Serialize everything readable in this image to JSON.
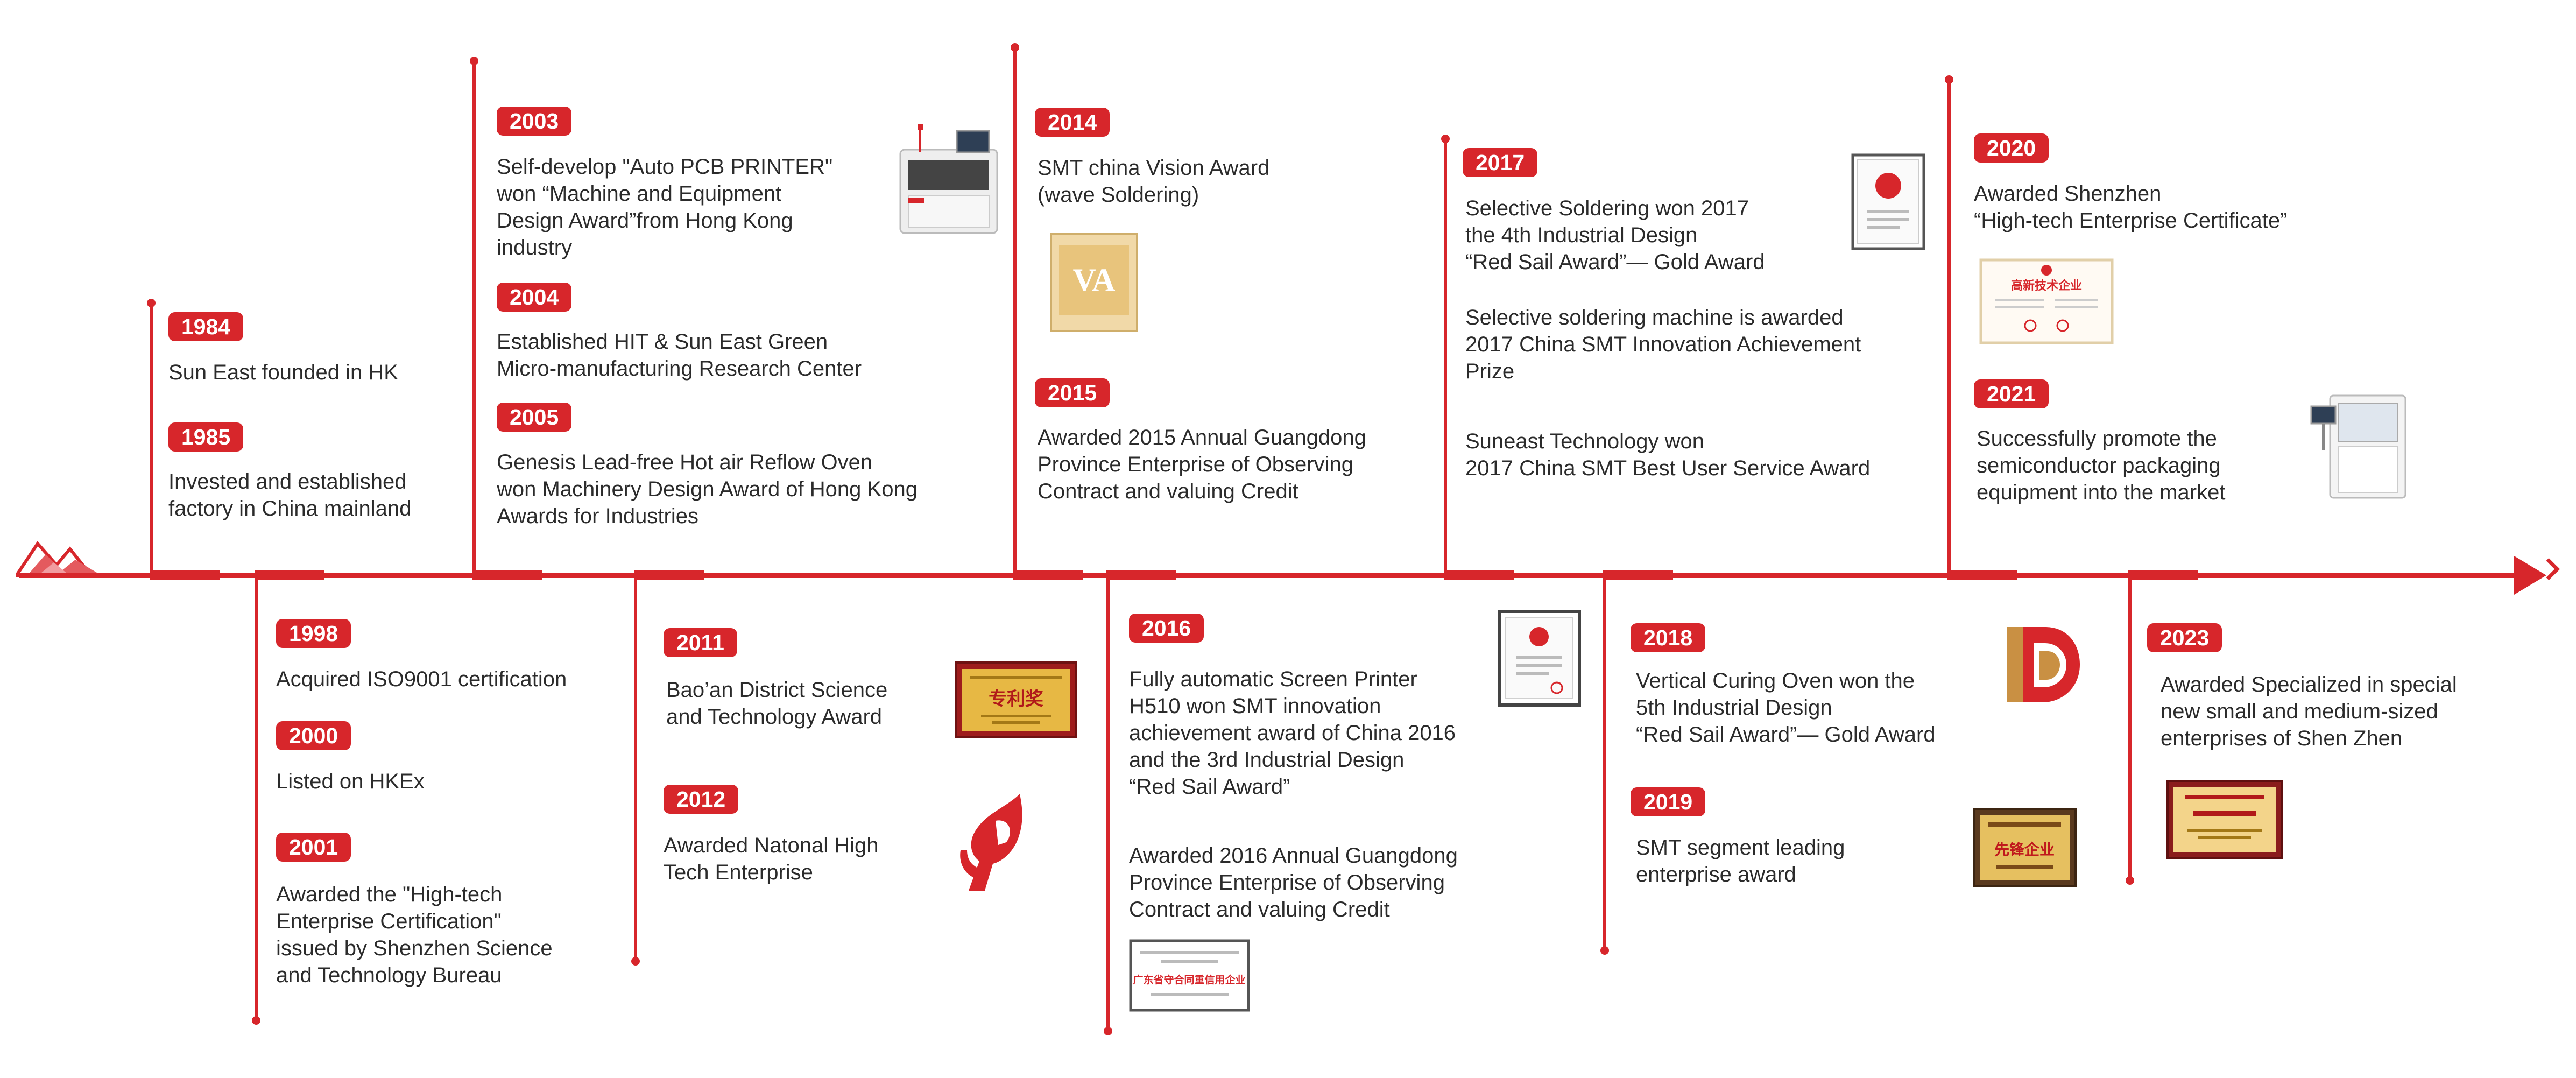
{
  "colors": {
    "accent": "#d7262b",
    "text": "#2b2b2b"
  },
  "events": [
    {
      "year": "1984",
      "text": "Sun East founded in HK"
    },
    {
      "year": "1985",
      "text": "Invested and established\nfactory in China mainland"
    },
    {
      "year": "1998",
      "text": "Acquired ISO9001 certification"
    },
    {
      "year": "2000",
      "text": "Listed on HKEx"
    },
    {
      "year": "2001",
      "text": "Awarded the \"High-tech\nEnterprise Certification\"\nissued by Shenzhen Science\nand Technology Bureau"
    },
    {
      "year": "2003",
      "text": "Self-develop \"Auto PCB PRINTER\"\nwon “Machine and Equipment\nDesign Award”from Hong Kong\nindustry"
    },
    {
      "year": "2004",
      "text": "Established HIT & Sun East Green\nMicro-manufacturing Research Center"
    },
    {
      "year": "2005",
      "text": "Genesis Lead-free Hot air Reflow Oven\nwon Machinery Design Award of Hong Kong\nAwards for Industries"
    },
    {
      "year": "2011",
      "text": "Bao’an District Science\nand Technology Award"
    },
    {
      "year": "2012",
      "text": "Awarded Natonal High\nTech Enterprise"
    },
    {
      "year": "2014",
      "text": "SMT china Vision Award\n(wave Soldering)"
    },
    {
      "year": "2015",
      "text": "Awarded 2015 Annual Guangdong\nProvince Enterprise of Observing\nContract and valuing Credit"
    },
    {
      "year": "2016",
      "text": "Fully automatic Screen Printer\nH510 won SMT innovation\nachievement award of China 2016\nand the 3rd Industrial Design\n“Red Sail Award”",
      "extra": "Awarded 2016 Annual Guangdong\nProvince Enterprise of Observing\nContract and valuing Credit"
    },
    {
      "year": "2017",
      "text": "Selective Soldering won 2017\nthe 4th Industrial Design\n“Red Sail Award”— Gold Award",
      "extra": "Selective soldering machine is awarded\n2017 China SMT Innovation Achievement\nPrize",
      "extra2": "Suneast Technology won\n2017 China SMT Best User Service Award"
    },
    {
      "year": "2018",
      "text": "Vertical Curing Oven won the\n5th Industrial Design\n“Red Sail Award”— Gold Award"
    },
    {
      "year": "2019",
      "text": "SMT segment leading\nenterprise award"
    },
    {
      "year": "2020",
      "text": "Awarded Shenzhen\n“High-tech Enterprise Certificate”"
    },
    {
      "year": "2021",
      "text": "Successfully promote the\nsemiconductor packaging\nequipment into the market"
    },
    {
      "year": "2023",
      "text": "Awarded Specialized in special\nnew small and medium-sized\nenterprises of Shen Zhen"
    }
  ],
  "images": {
    "cert_2011": "专利奖",
    "cert_2016": "广东省守合同重信用企业",
    "cert_2019": "先锋企业",
    "cert_2020": "高新技术企业"
  }
}
